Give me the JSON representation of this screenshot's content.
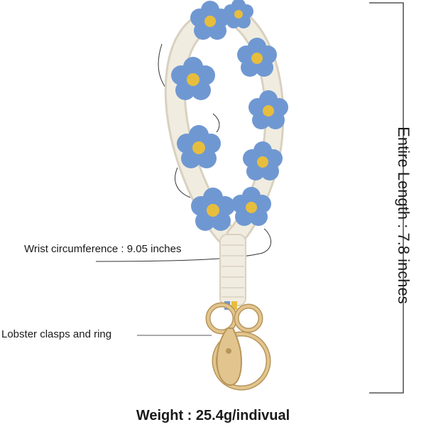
{
  "labels": {
    "wrist": "Wrist circumference : 9.05 inches",
    "clasp": "Lobster clasps and ring",
    "length": "Entire Length : 7.8 inches",
    "weight": "Weight : 25.4g/indivual"
  },
  "colors": {
    "petal": "#6f98d2",
    "petal_dark": "#4f78b4",
    "center": "#e7bd3e",
    "cord": "#f1ece0",
    "cord_shadow": "#d9d1c0",
    "metal": "#e2c58e",
    "metal_dark": "#b8955a",
    "line": "#333333"
  }
}
